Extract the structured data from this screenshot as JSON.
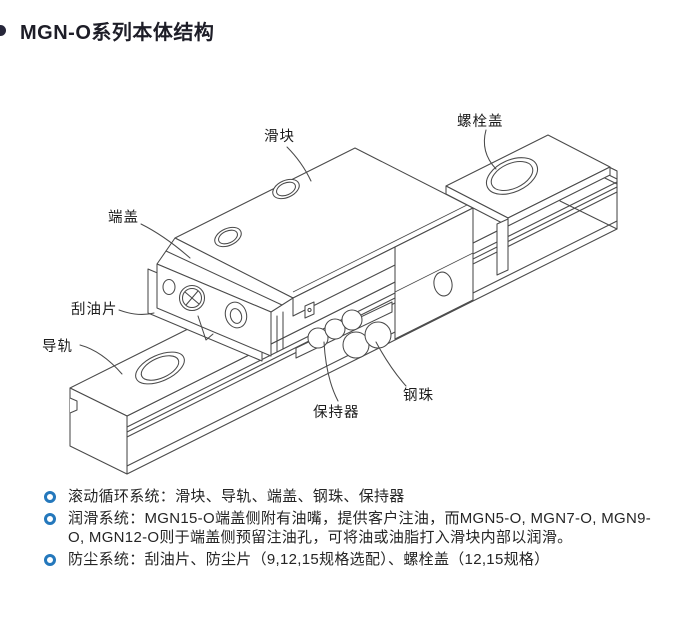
{
  "page": {
    "title": "MGN-O系列本体结构"
  },
  "diagram": {
    "labels": {
      "slider": "滑块",
      "bolt_cover": "螺栓盖",
      "end_cap": "端盖",
      "oil_scraper": "刮油片",
      "rail": "导轨",
      "retainer": "保持器",
      "steel_ball": "钢珠"
    }
  },
  "notes": {
    "items": [
      "滚动循环系统：滑块、导轨、端盖、钢珠、保持器",
      "润滑系统：MGN15-O端盖侧附有油嘴，提供客户注油，而MGN5-O, MGN7-O, MGN9-O, MGN12-O则于端盖侧预留注油孔，可将油或油脂打入滑块内部以润滑。",
      "防尘系统：刮油片、防尘片（9,12,15规格选配）、螺栓盖（12,15规格）"
    ]
  },
  "colors": {
    "accent_blue": "#2478bc",
    "line_gray": "#4a4a4a",
    "title_ink": "#1d1d27",
    "body_ink": "#252525"
  }
}
